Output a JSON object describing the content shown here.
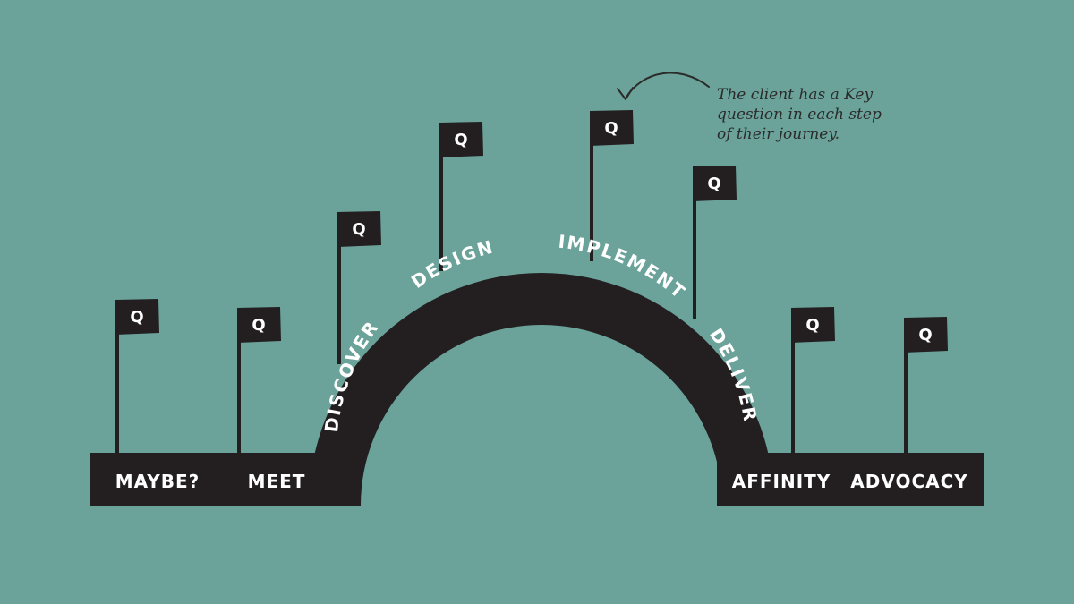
{
  "journey": {
    "flag_letter": "Q",
    "flat_left": [
      {
        "label": "MAYBE?"
      },
      {
        "label": "MEET"
      }
    ],
    "arc": [
      {
        "label": "DISCOVER"
      },
      {
        "label": "DESIGN"
      },
      {
        "label": "IMPLEMENT"
      },
      {
        "label": "DELIVER"
      }
    ],
    "flat_right": [
      {
        "label": "AFFINITY"
      },
      {
        "label": "ADVOCACY"
      }
    ]
  },
  "annotation": {
    "lines": [
      "The client has a Key",
      "question in each step",
      "of their journey."
    ]
  },
  "colors": {
    "background": "#6ba39b",
    "road": "#231f20",
    "text": "#ffffff",
    "annotation": "#2b2b2b"
  }
}
